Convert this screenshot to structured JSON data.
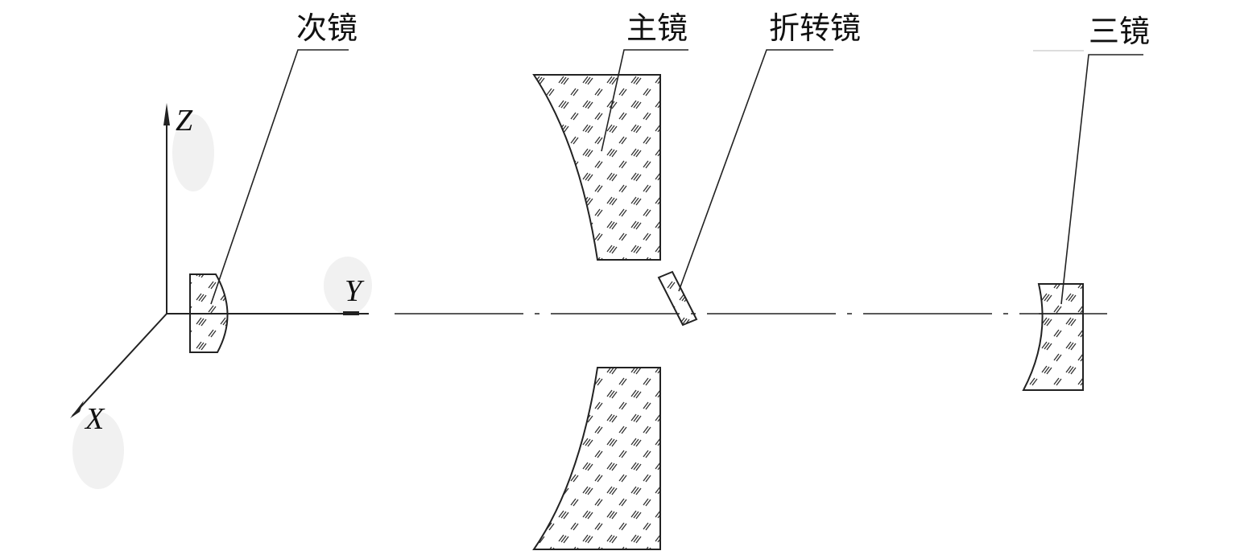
{
  "labels": {
    "secondary_mirror": "次镜",
    "primary_mirror": "主镜",
    "fold_mirror": "折转镜",
    "tertiary_mirror": "三镜"
  },
  "axes": {
    "z": "Z",
    "y": "Y",
    "x": "X"
  },
  "colors": {
    "line": "#222222",
    "background": "#ffffff"
  }
}
